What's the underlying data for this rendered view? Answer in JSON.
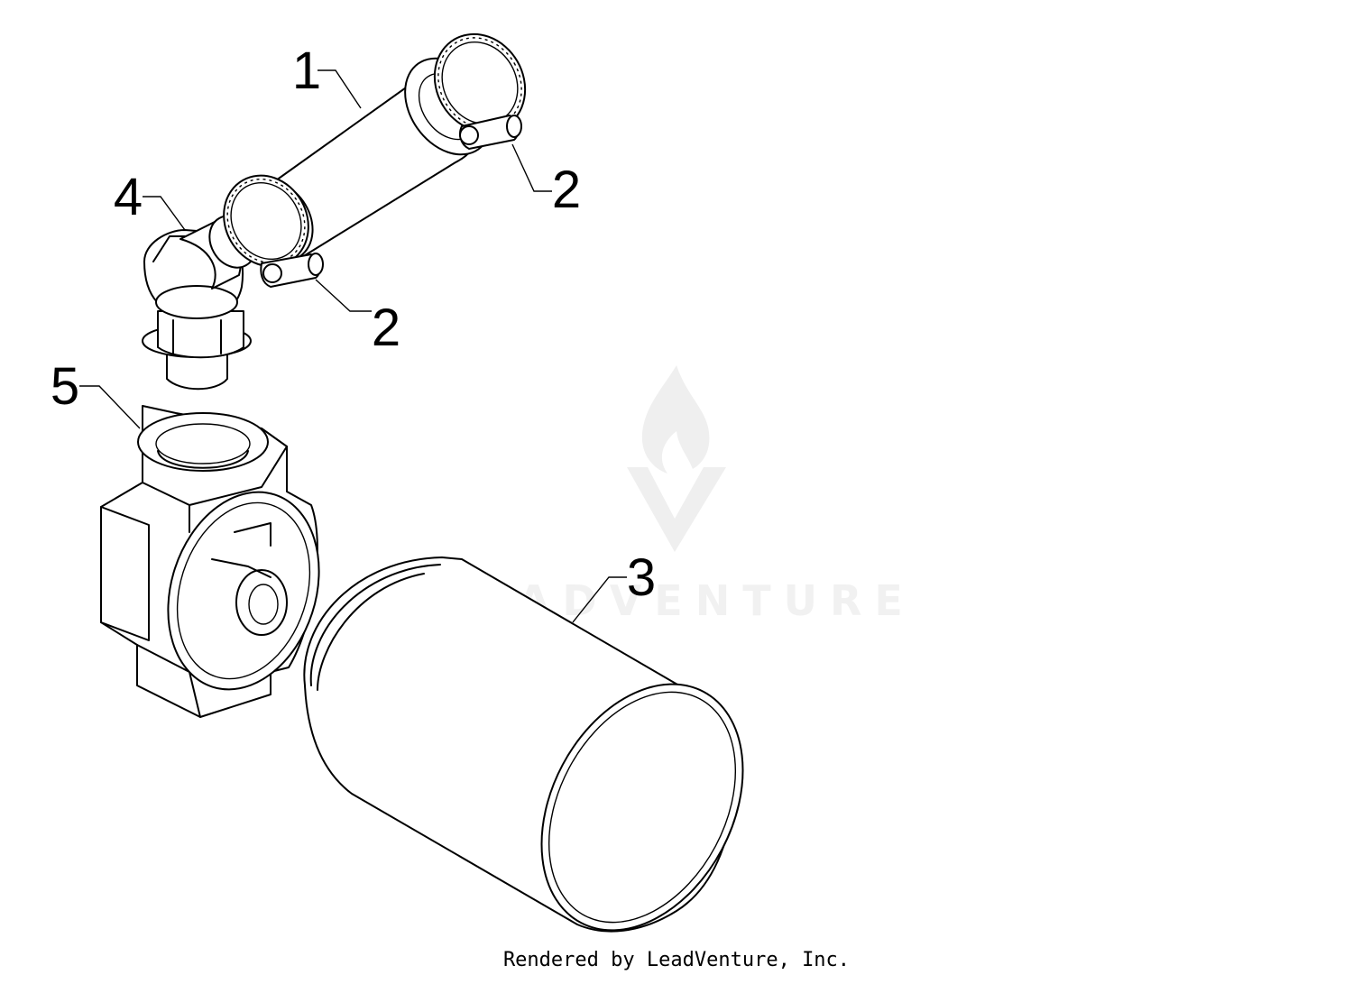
{
  "callouts": {
    "hose": "1",
    "clamp_upper": "2",
    "clamp_lower": "2",
    "filter": "3",
    "elbow_fitting": "4",
    "filter_adapter": "5"
  },
  "watermark": {
    "brand": "LEADVENTURE"
  },
  "footer": {
    "credit": "Rendered by LeadVenture, Inc."
  },
  "colors": {
    "line": "#000000",
    "watermark": "#e6e6e6",
    "background": "#ffffff"
  }
}
